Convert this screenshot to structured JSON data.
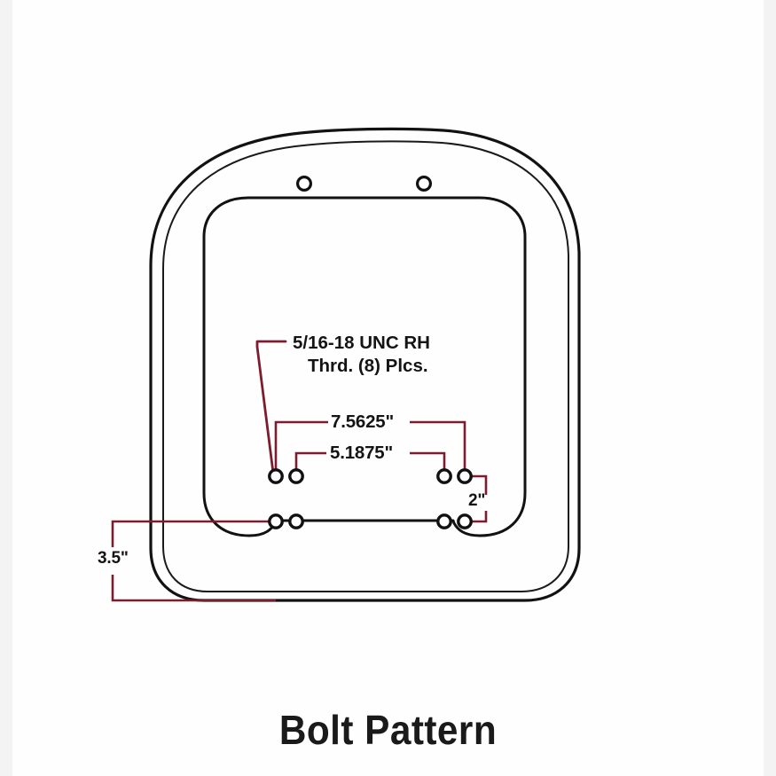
{
  "drawing": {
    "title": "Bolt Pattern",
    "annotations": {
      "thread_spec_line1": "5/16-18 UNC RH",
      "thread_spec_line2": "Thrd. (8) Plcs.",
      "dim_width_outer": "7.5625\"",
      "dim_width_inner": "5.1875\"",
      "dim_vertical_spacing": "2\"",
      "dim_height_bottom": "3.5\""
    },
    "colors": {
      "outline": "#121212",
      "dimension": "#7d1c2e",
      "background": "#ffffff",
      "hole_fill": "#ffffff",
      "title": "#1a1a1a"
    },
    "geometry": {
      "top_holes_count": 2,
      "bolt_holes_count": 8,
      "bolt_hole_groups": 4,
      "holes_per_group": 2
    }
  }
}
